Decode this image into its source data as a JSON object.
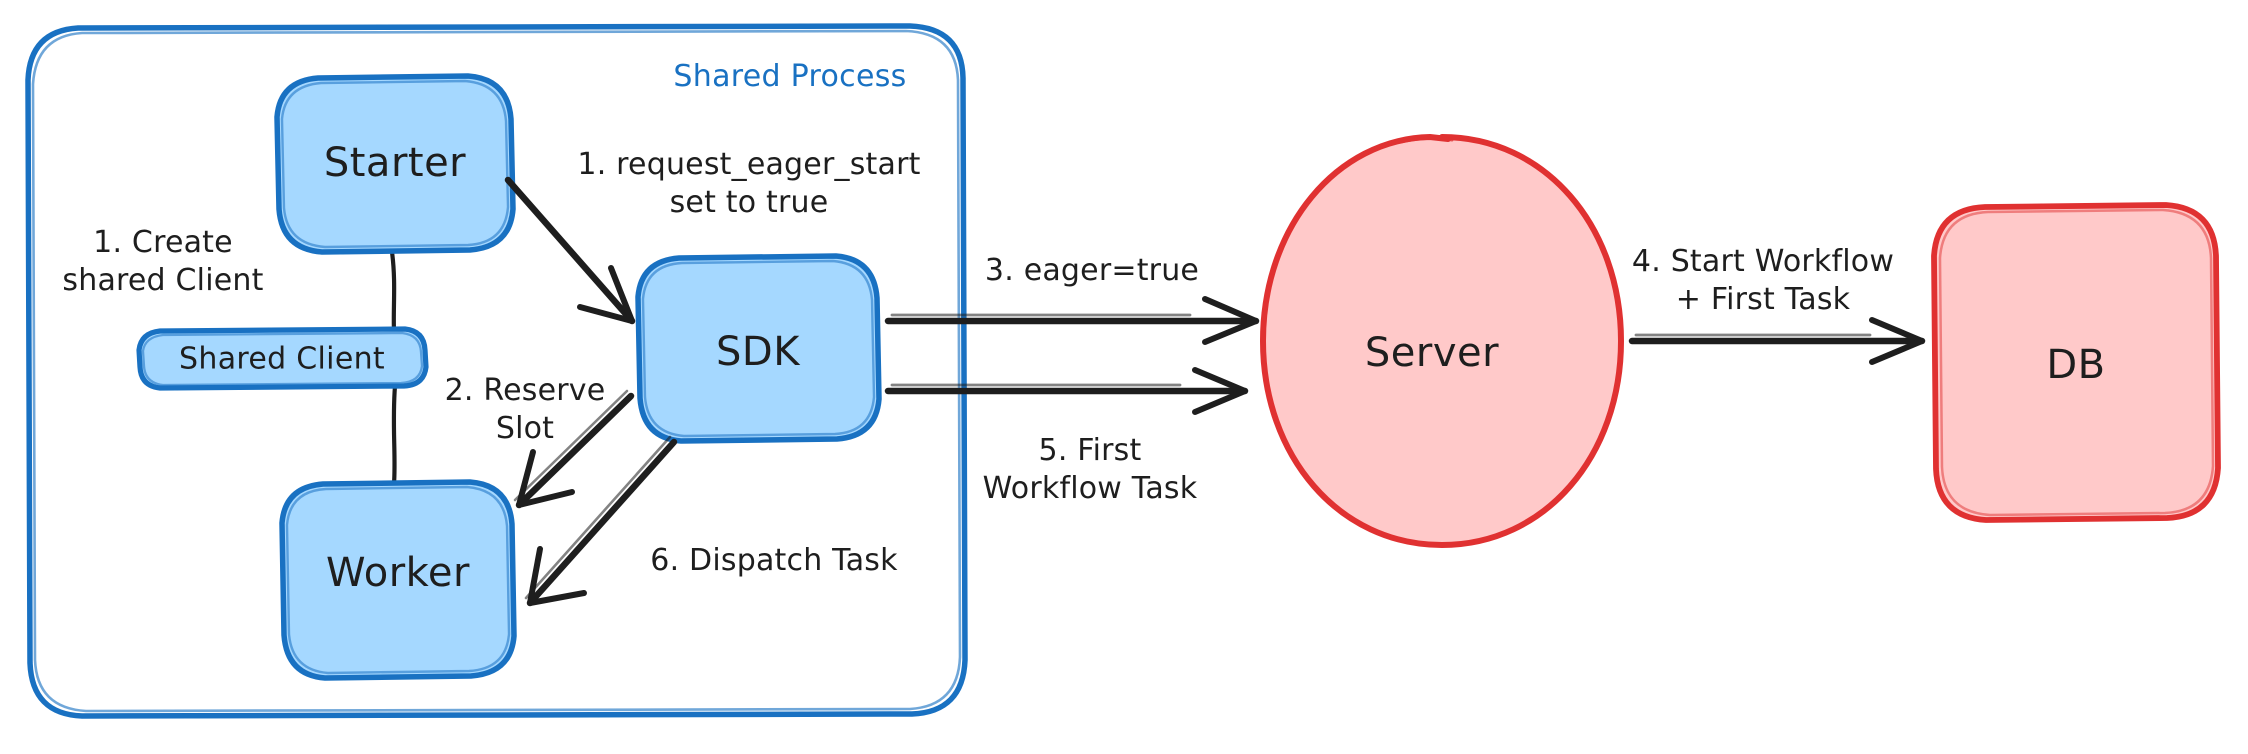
{
  "diagram": {
    "title": "Eager Workflow Start flow",
    "style": "hand-drawn",
    "colors": {
      "blue_stroke": "#1971c2",
      "blue_fill": "#a5d8ff",
      "red_stroke": "#e03131",
      "red_fill": "#ffc9c9",
      "arrow": "#1e1e1e",
      "text": "#1e1e1e",
      "background": "#ffffff"
    },
    "groups": [
      {
        "id": "shared-process",
        "label": "Shared Process",
        "label_color": "#1971c2"
      }
    ],
    "nodes": [
      {
        "id": "starter",
        "label": "Starter",
        "shape": "rounded-rect",
        "fill": "#a5d8ff",
        "stroke": "#1971c2"
      },
      {
        "id": "shared-client",
        "label": "Shared Client",
        "shape": "rounded-rect",
        "fill": "#a5d8ff",
        "stroke": "#1971c2"
      },
      {
        "id": "worker",
        "label": "Worker",
        "shape": "rounded-rect",
        "fill": "#a5d8ff",
        "stroke": "#1971c2"
      },
      {
        "id": "sdk",
        "label": "SDK",
        "shape": "rounded-rect",
        "fill": "#a5d8ff",
        "stroke": "#1971c2"
      },
      {
        "id": "server",
        "label": "Server",
        "shape": "ellipse",
        "fill": "#ffc9c9",
        "stroke": "#e03131"
      },
      {
        "id": "db",
        "label": "DB",
        "shape": "rounded-rect",
        "fill": "#ffc9c9",
        "stroke": "#e03131"
      }
    ],
    "edges": [
      {
        "id": "e1",
        "from": "starter",
        "to": "sdk",
        "label": "1. request_eager_start\nset to true",
        "arrow": true
      },
      {
        "id": "e2",
        "from": "starter",
        "to": "worker",
        "label": "2. Reserve\nSlot",
        "arrow": true
      },
      {
        "id": "e3",
        "from": "sdk",
        "to": "server",
        "label": "3. eager=true",
        "arrow": true
      },
      {
        "id": "e4",
        "from": "server",
        "to": "db",
        "label": "4. Start Workflow\n+ First Task",
        "arrow": true
      },
      {
        "id": "e5",
        "from": "sdk",
        "to": "server",
        "label": "5. First\nWorkflow Task",
        "arrow": true
      },
      {
        "id": "e6",
        "from": "sdk",
        "to": "worker",
        "label": "6. Dispatch Task",
        "arrow": true
      },
      {
        "id": "e0",
        "from": "starter",
        "to": "shared-client",
        "label": "",
        "arrow": false
      },
      {
        "id": "e0b",
        "from": "shared-client",
        "to": "worker",
        "label": "",
        "arrow": false
      }
    ],
    "annotations": [
      {
        "id": "a1",
        "text": "1. Create\nshared Client"
      }
    ],
    "labels": {
      "shared_process": "Shared Process",
      "create_shared_client": "1. Create\nshared Client",
      "starter": "Starter",
      "shared_client": "Shared Client",
      "worker": "Worker",
      "sdk": "SDK",
      "server": "Server",
      "db": "DB",
      "step1": "1. request_eager_start\nset to true",
      "step2": "2. Reserve\nSlot",
      "step3": "3. eager=true",
      "step4": "4. Start Workflow\n+ First Task",
      "step5": "5. First\nWorkflow Task",
      "step6": "6. Dispatch Task"
    }
  }
}
